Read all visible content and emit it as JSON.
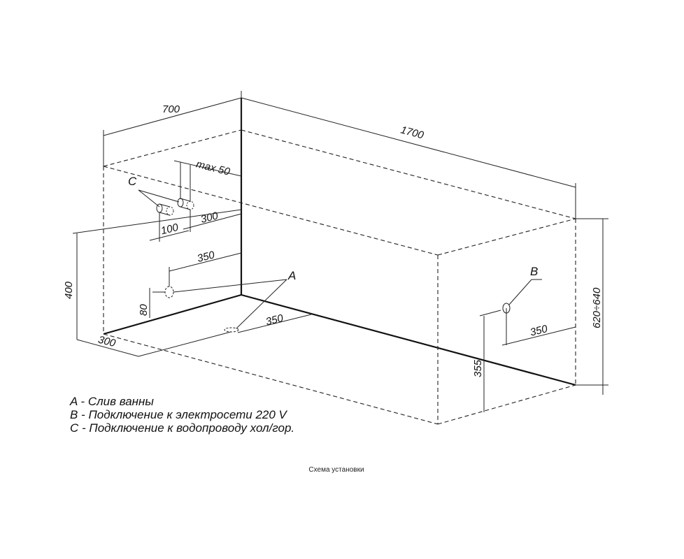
{
  "dimensions": {
    "width": "700",
    "length": "1700",
    "pipe_spacing_max": "max 50",
    "pipe_offset_300": "300",
    "pipe_offset_100": "100",
    "drain_offset_350_wall": "350",
    "height_400": "400",
    "drain_height_80": "80",
    "floor_300": "300",
    "floor_350": "350",
    "socket_350": "350",
    "socket_height_355": "355",
    "total_height": "620÷640"
  },
  "markers": {
    "a": "A",
    "b": "B",
    "c": "C"
  },
  "legend": {
    "a": "A - Слив ванны",
    "b": "B - Подключение к электросети 220 V",
    "c": "C - Подключение к водопроводу хол/гор."
  },
  "caption": "Схема установки"
}
